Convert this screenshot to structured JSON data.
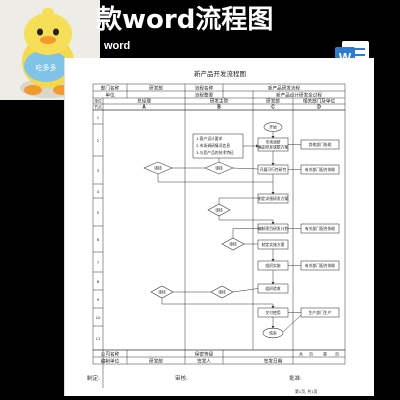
{
  "banner": {
    "title": "款word流程图",
    "subtitle": "word",
    "mascot_label": "吃多多"
  },
  "app_icon": {
    "name": "word-icon",
    "letter": "W",
    "color": "#2b7cd3"
  },
  "document": {
    "title": "新产品开发流程图",
    "header_row1": [
      "部门名称",
      "研发部",
      "流程名称",
      "新产品研发流程"
    ],
    "header_row2": [
      "单位",
      "",
      "流程整要",
      "新产品设计研发全过程"
    ],
    "header_row3": [
      "单位",
      "总经理",
      "研发主管",
      "研发部",
      "相关部门及单位"
    ],
    "lanes_letters": [
      "节点",
      "A",
      "B",
      "C",
      "D"
    ],
    "rows": [
      "1",
      "2",
      "3",
      "4",
      "5",
      "6",
      "7",
      "8",
      "9",
      "10",
      "11"
    ],
    "nodes": {
      "start": "开始",
      "b_notes": [
        "1.客户设计要求",
        "2.市场调研情况信息",
        "3.与竞产品的技术特征"
      ],
      "c_research": [
        "市场调研",
        "确定研发课题方案"
      ],
      "d_cooperate": "其他部门协助",
      "a_review": "审核",
      "b_review": "审核",
      "c_feasibility": "开展可行性研究",
      "d_feasibility": "有关部门配合协助",
      "c_detail": "制定详细研发方案",
      "b_review2": "审核",
      "c_develop": "编制项目研发计划",
      "d_develop": "有关部门配合协助",
      "c_plan": "制定实施方案",
      "b_review3": "审核",
      "c_trial": "组织实施",
      "d_trial": "有关部门配合协助",
      "c_accept": "组织验收",
      "a_review4": "审核",
      "b_review4": "审核",
      "c_deliver": "交付使用",
      "d_deliver": "生产部门生产",
      "end": "结束"
    },
    "footer_row1": [
      "公司名称",
      "",
      "保密等级",
      "",
      "共",
      "页",
      "第",
      "页"
    ],
    "footer_row2": [
      "编制单位",
      "研发部",
      "签发人",
      "",
      "签发日期",
      ""
    ],
    "sign_labels": [
      "制定:",
      "审核:",
      "批准:"
    ],
    "page_label": "第1页, 共1页"
  }
}
